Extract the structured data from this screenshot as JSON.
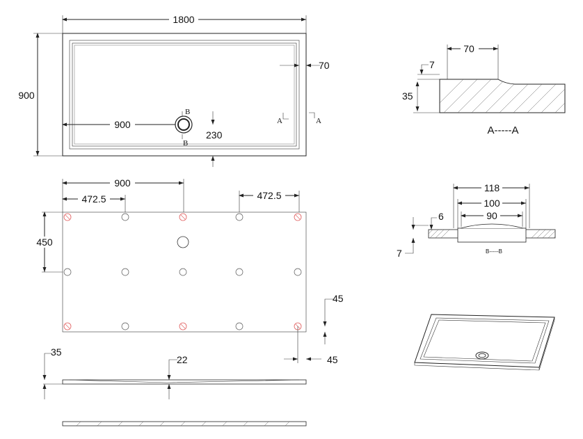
{
  "top_view": {
    "length": "1800",
    "width": "900",
    "half_length": "900",
    "rim": "70",
    "drain_offset": "230",
    "section_a_left": "A",
    "section_a_right": "A",
    "section_b_top": "B",
    "section_b_bottom": "B"
  },
  "section_aa": {
    "rim_width": "70",
    "step": "7",
    "thickness": "35",
    "title": "A-----A"
  },
  "bottom_view": {
    "half_length": "900",
    "spacing_left": "472.5",
    "spacing_right": "472.5",
    "row_spacing": "450",
    "edge_offset_y": "45",
    "edge_offset_x": "45"
  },
  "section_bb": {
    "outer": "118",
    "middle": "100",
    "inner": "90",
    "depth": "6",
    "flange": "7",
    "title": "B-----B"
  },
  "side_view": {
    "height": "35",
    "slope": "22"
  },
  "colors": {
    "line": "#222222",
    "red_marker": "#e05a5a",
    "hatch": "#666666"
  }
}
